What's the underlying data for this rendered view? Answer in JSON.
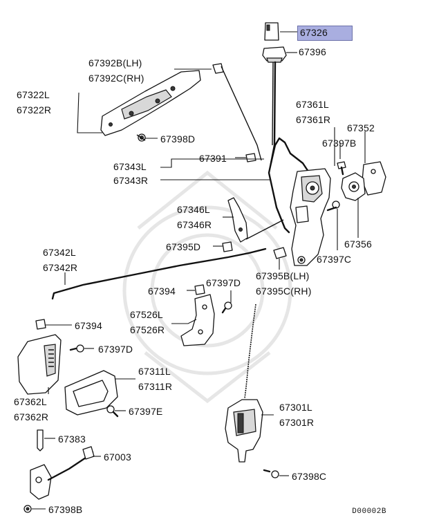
{
  "highlighted_part": "67326",
  "labels": {
    "p67326": "67326",
    "p67396": "67396",
    "p67392": [
      "67392B(LH)",
      "67392C(RH)"
    ],
    "p67322": [
      "67322L",
      "67322R"
    ],
    "p67398d": "67398D",
    "p67361": [
      "67361L",
      "67361R"
    ],
    "p67352": "67352",
    "p67397b": "67397B",
    "p67391": "67391",
    "p67343": [
      "67343L",
      "67343R"
    ],
    "p67346": [
      "67346L",
      "67346R"
    ],
    "p67395d": "67395D",
    "p67356": "67356",
    "p67397c": "67397C",
    "p67342": [
      "67342L",
      "67342R"
    ],
    "p67395bc": [
      "67395B(LH)",
      "67395C(RH)"
    ],
    "p67394a": "67394",
    "p67397d_a": "67397D",
    "p67526": [
      "67526L",
      "67526R"
    ],
    "p67394b": "67394",
    "p67397d_b": "67397D",
    "p67311": [
      "67311L",
      "67311R"
    ],
    "p67362": [
      "67362L",
      "67362R"
    ],
    "p67397e": "67397E",
    "p67301": [
      "67301L",
      "67301R"
    ],
    "p67383": "67383",
    "p67003": "67003",
    "p67398c": "67398C",
    "p67398b": "67398B"
  },
  "diagram_code": "D00002B",
  "colors": {
    "highlight": "#a9aee0",
    "line": "#111111"
  }
}
